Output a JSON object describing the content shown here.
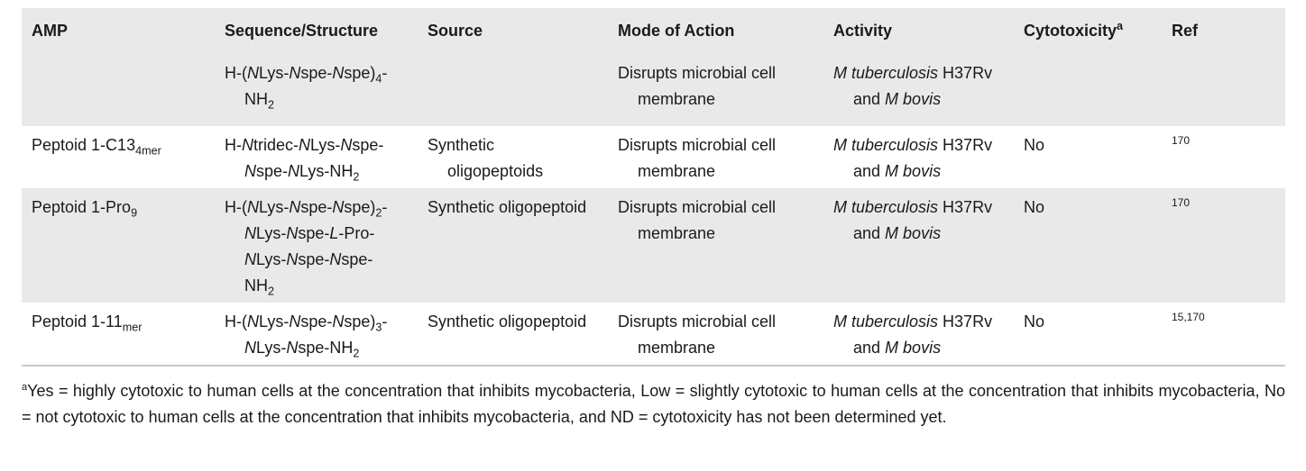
{
  "headers": {
    "amp": "AMP",
    "sequence": "Sequence/Structure",
    "source": "Source",
    "mode": "Mode of Action",
    "activity": "Activity",
    "cytotoxicity": "Cytotoxicity",
    "cytotoxicity_mark": "a",
    "ref": "Ref"
  },
  "rows": [
    {
      "amp": "",
      "sequence": [
        "H-(",
        "N",
        "Lys-",
        "N",
        "spe-",
        "N",
        "spe)",
        "4",
        "-",
        "NH",
        "2"
      ],
      "source": [
        "",
        ""
      ],
      "mode": [
        "Disrupts microbial cell",
        "membrane"
      ],
      "activity": [
        "M tuberculosis",
        " H37Rv",
        "and ",
        "M bovis"
      ],
      "cytotoxicity": "",
      "ref": ""
    },
    {
      "amp": [
        "Peptoid 1-C13",
        "4mer"
      ],
      "sequence": [
        "H-",
        "N",
        "tridec-",
        "N",
        "Lys-",
        "N",
        "spe-",
        "N",
        "spe-",
        "N",
        "Lys-NH",
        "2"
      ],
      "source": [
        "Synthetic",
        "oligopeptoids"
      ],
      "mode": [
        "Disrupts microbial cell",
        "membrane"
      ],
      "activity": [
        "M tuberculosis",
        " H37Rv",
        "and ",
        "M bovis"
      ],
      "cytotoxicity": "No",
      "ref": "170"
    },
    {
      "amp": [
        "Peptoid 1-Pro",
        "9"
      ],
      "sequence": [
        "H-(",
        "N",
        "Lys-",
        "N",
        "spe-",
        "N",
        "spe)",
        "2",
        "-",
        "N",
        "Lys-",
        "N",
        "spe-",
        "L",
        "-Pro-",
        "N",
        "Lys-",
        "N",
        "spe-",
        "N",
        "spe-",
        "NH",
        "2"
      ],
      "source": [
        "Synthetic oligopeptoid"
      ],
      "mode": [
        "Disrupts microbial cell",
        "membrane"
      ],
      "activity": [
        "M tuberculosis",
        " H37Rv",
        "and ",
        "M bovis"
      ],
      "cytotoxicity": "No",
      "ref": "170"
    },
    {
      "amp": [
        "Peptoid 1-11",
        "mer"
      ],
      "sequence": [
        "H-(",
        "N",
        "Lys-",
        "N",
        "spe-",
        "N",
        "spe)",
        "3",
        "-",
        "N",
        "Lys-",
        "N",
        "spe-NH",
        "2"
      ],
      "source": [
        "Synthetic oligopeptoid"
      ],
      "mode": [
        "Disrupts microbial cell",
        "membrane"
      ],
      "activity": [
        "M tuberculosis",
        " H37Rv",
        "and ",
        "M bovis"
      ],
      "cytotoxicity": "No",
      "ref": "15,170"
    }
  ],
  "footnote": {
    "mark": "a",
    "text": "Yes = highly cytotoxic to human cells at the concentration that inhibits mycobacteria, Low = slightly cytotoxic to human cells at the concentration that inhibits mycobacteria, No = not cytotoxic to human cells at the concentration that inhibits mycobacteria, and ND = cytotoxicity has not been determined yet."
  }
}
